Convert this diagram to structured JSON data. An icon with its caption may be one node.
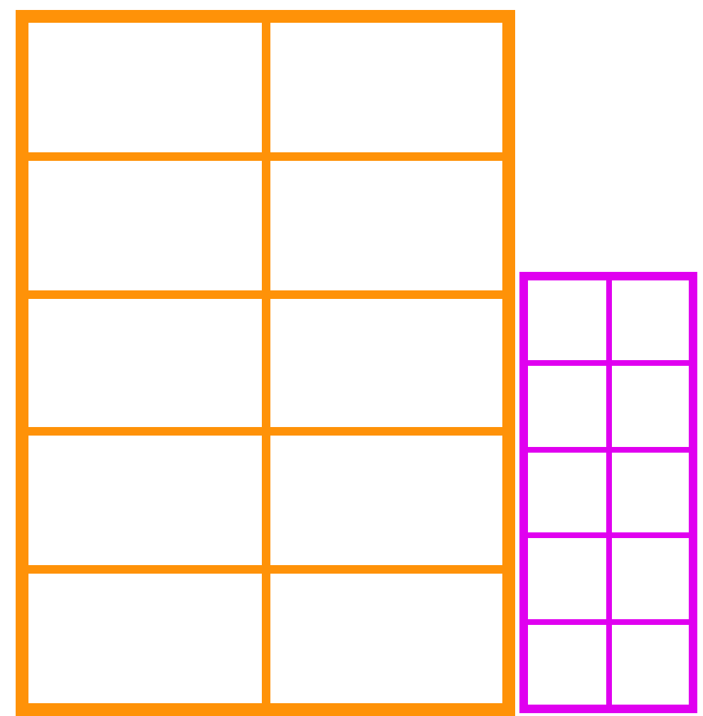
{
  "diagram": {
    "nodes": [
      {
        "text": [],
        "shape": "box"
      },
      {
        "text": [],
        "shape": "box",
        "in": 0
      },
      {
        "text": [],
        "shape": "box",
        "in": 0
      },
      {
        "text": [],
        "shape": "box",
        "in": 0
      },
      {
        "text": [],
        "shape": "box",
        "in": 0
      },
      {
        "text": [],
        "shape": "box",
        "in": 0
      },
      {
        "text": [],
        "shape": "box",
        "in": 0
      },
      {
        "text": [],
        "shape": "box",
        "in": 0
      },
      {
        "text": [],
        "shape": "box",
        "in": 0
      },
      {
        "text": [],
        "shape": "box",
        "in": 0
      },
      {
        "text": [],
        "shape": "box",
        "in": 0
      },
      {
        "text": [],
        "shape": "box"
      },
      {
        "text": [],
        "shape": "box",
        "in": 11
      },
      {
        "text": [],
        "shape": "box",
        "in": 11
      },
      {
        "text": [],
        "shape": "box",
        "in": 11
      },
      {
        "text": [],
        "shape": "box",
        "in": 11
      },
      {
        "text": [],
        "shape": "box",
        "in": 11
      },
      {
        "text": [],
        "shape": "box",
        "in": 11
      },
      {
        "text": [],
        "shape": "box",
        "in": 11
      },
      {
        "text": [],
        "shape": "box",
        "in": 11
      },
      {
        "text": [],
        "shape": "box",
        "in": 11
      },
      {
        "text": [],
        "shape": "box",
        "in": 11
      }
    ]
  }
}
